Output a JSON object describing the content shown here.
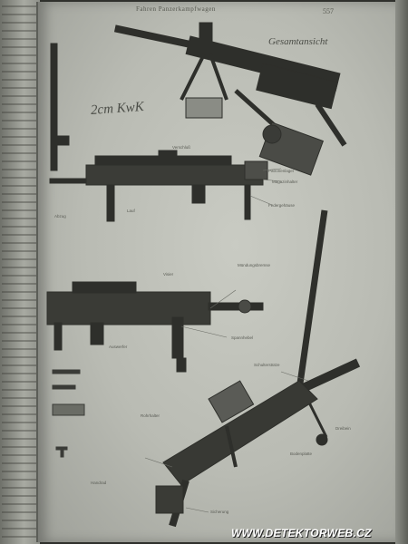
{
  "page": {
    "running_head": "Fahren Panzerkampfwagen",
    "page_number": "557"
  },
  "labels": {
    "title_2cm": "2cm KwK",
    "gesamtansicht": "Gesamtansicht"
  },
  "watermark": "WWW.DETEKTORWEB.CZ",
  "part_labels": [
    {
      "text": "Verschluß"
    },
    {
      "text": "Patronenlager"
    },
    {
      "text": "Magazinhalter"
    },
    {
      "text": "Federgehäuse"
    },
    {
      "text": "Lauf"
    },
    {
      "text": "Abzug"
    },
    {
      "text": "Visier"
    },
    {
      "text": "Mündungsbremse"
    },
    {
      "text": "Spannhebel"
    },
    {
      "text": "Auswerfer"
    },
    {
      "text": "Schulterstütze"
    },
    {
      "text": "Dreibein"
    },
    {
      "text": "Bodenplatte"
    },
    {
      "text": "Rohrhalter"
    },
    {
      "text": "Handrad"
    },
    {
      "text": "Sicherung"
    }
  ],
  "colors": {
    "page": "#c4c6be",
    "ink": "#2c2d29",
    "metal_dark": "#3a3b37",
    "watermark": "#ffffff"
  }
}
